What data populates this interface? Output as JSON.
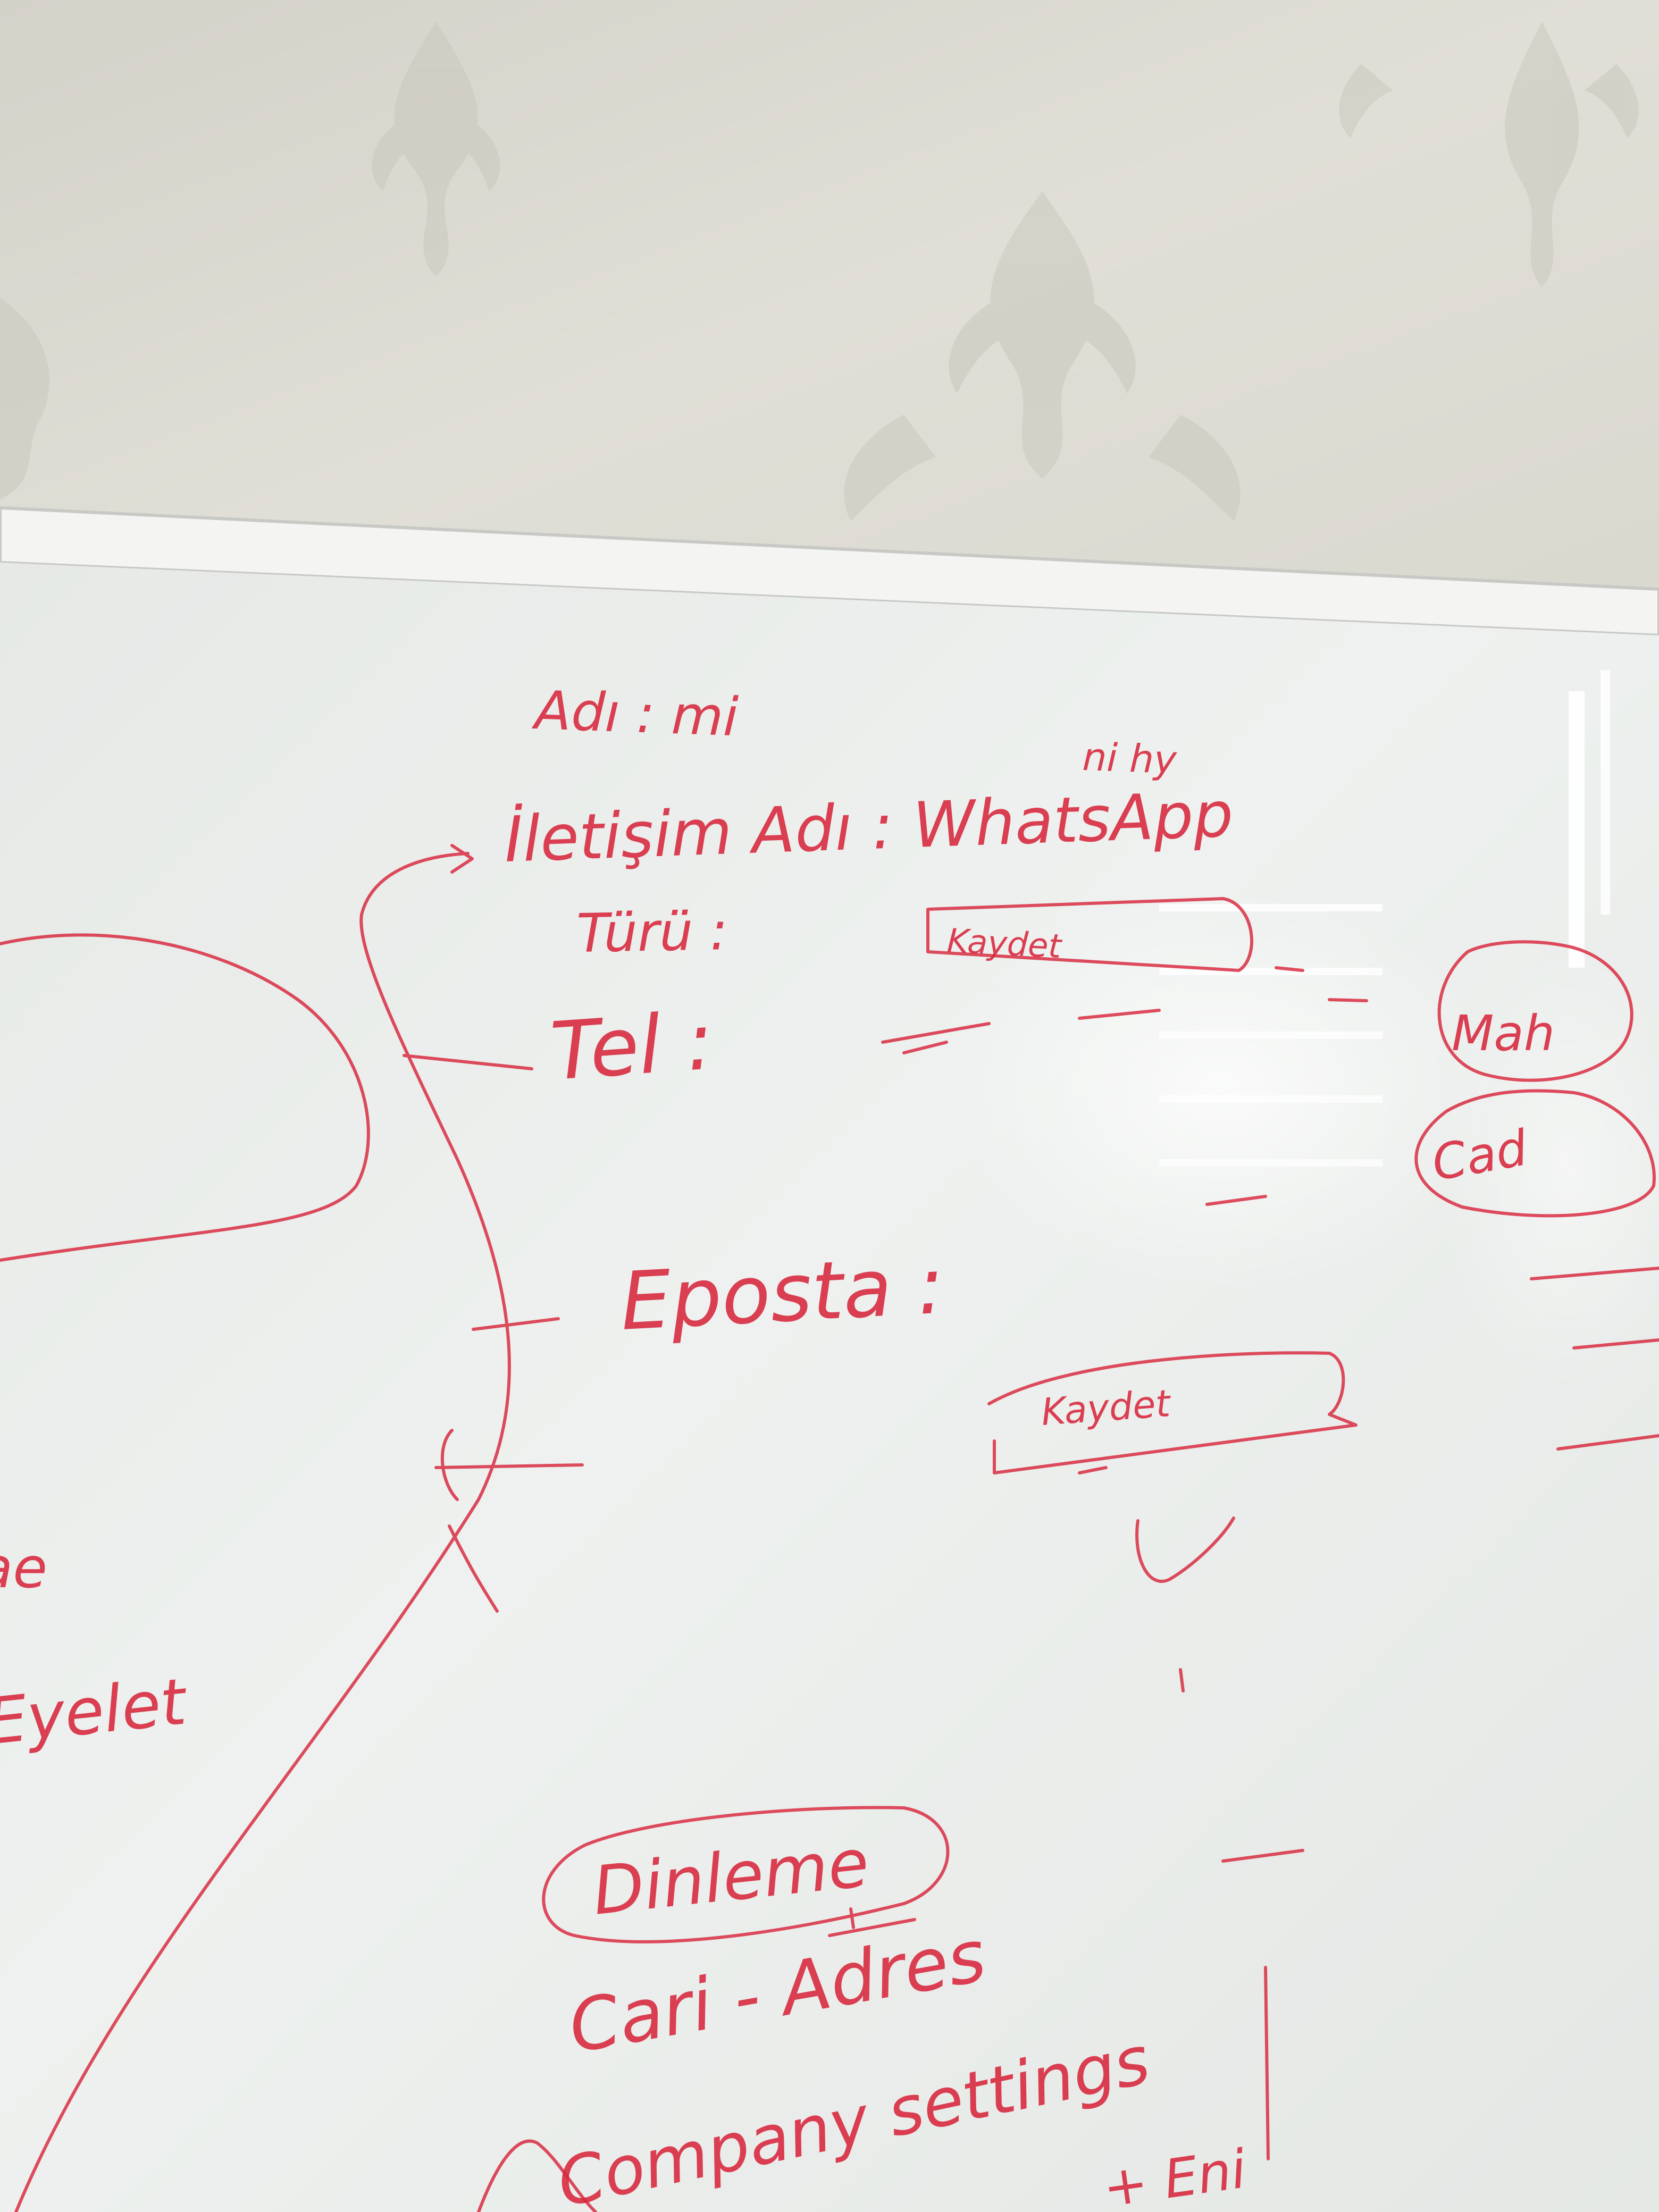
{
  "scene": {
    "description_free": true,
    "ink_color": "#d8263c",
    "board_color": "#eef1ef",
    "wall_color": "#dcdbd3"
  },
  "whiteboard": {
    "lines": {
      "adi": "Adı : mi",
      "above_whatsapp": "ni hy",
      "iletisim": "İletişim Adı : WhatsApp",
      "turu": "Türü :",
      "tel": "Tel :",
      "eposta": "Eposta :",
      "kaydet_box": "Kaydet",
      "dinleme": "Dinleme",
      "cari_adres": "Cari - Adres",
      "company": "Company settings",
      "bottom_right": "+ Eni"
    },
    "left_edge": {
      "fragment_1": "ae",
      "fragment_2": "Eyelet"
    },
    "right_bubbles": {
      "top": "Mah",
      "bottom": "Cad"
    }
  }
}
